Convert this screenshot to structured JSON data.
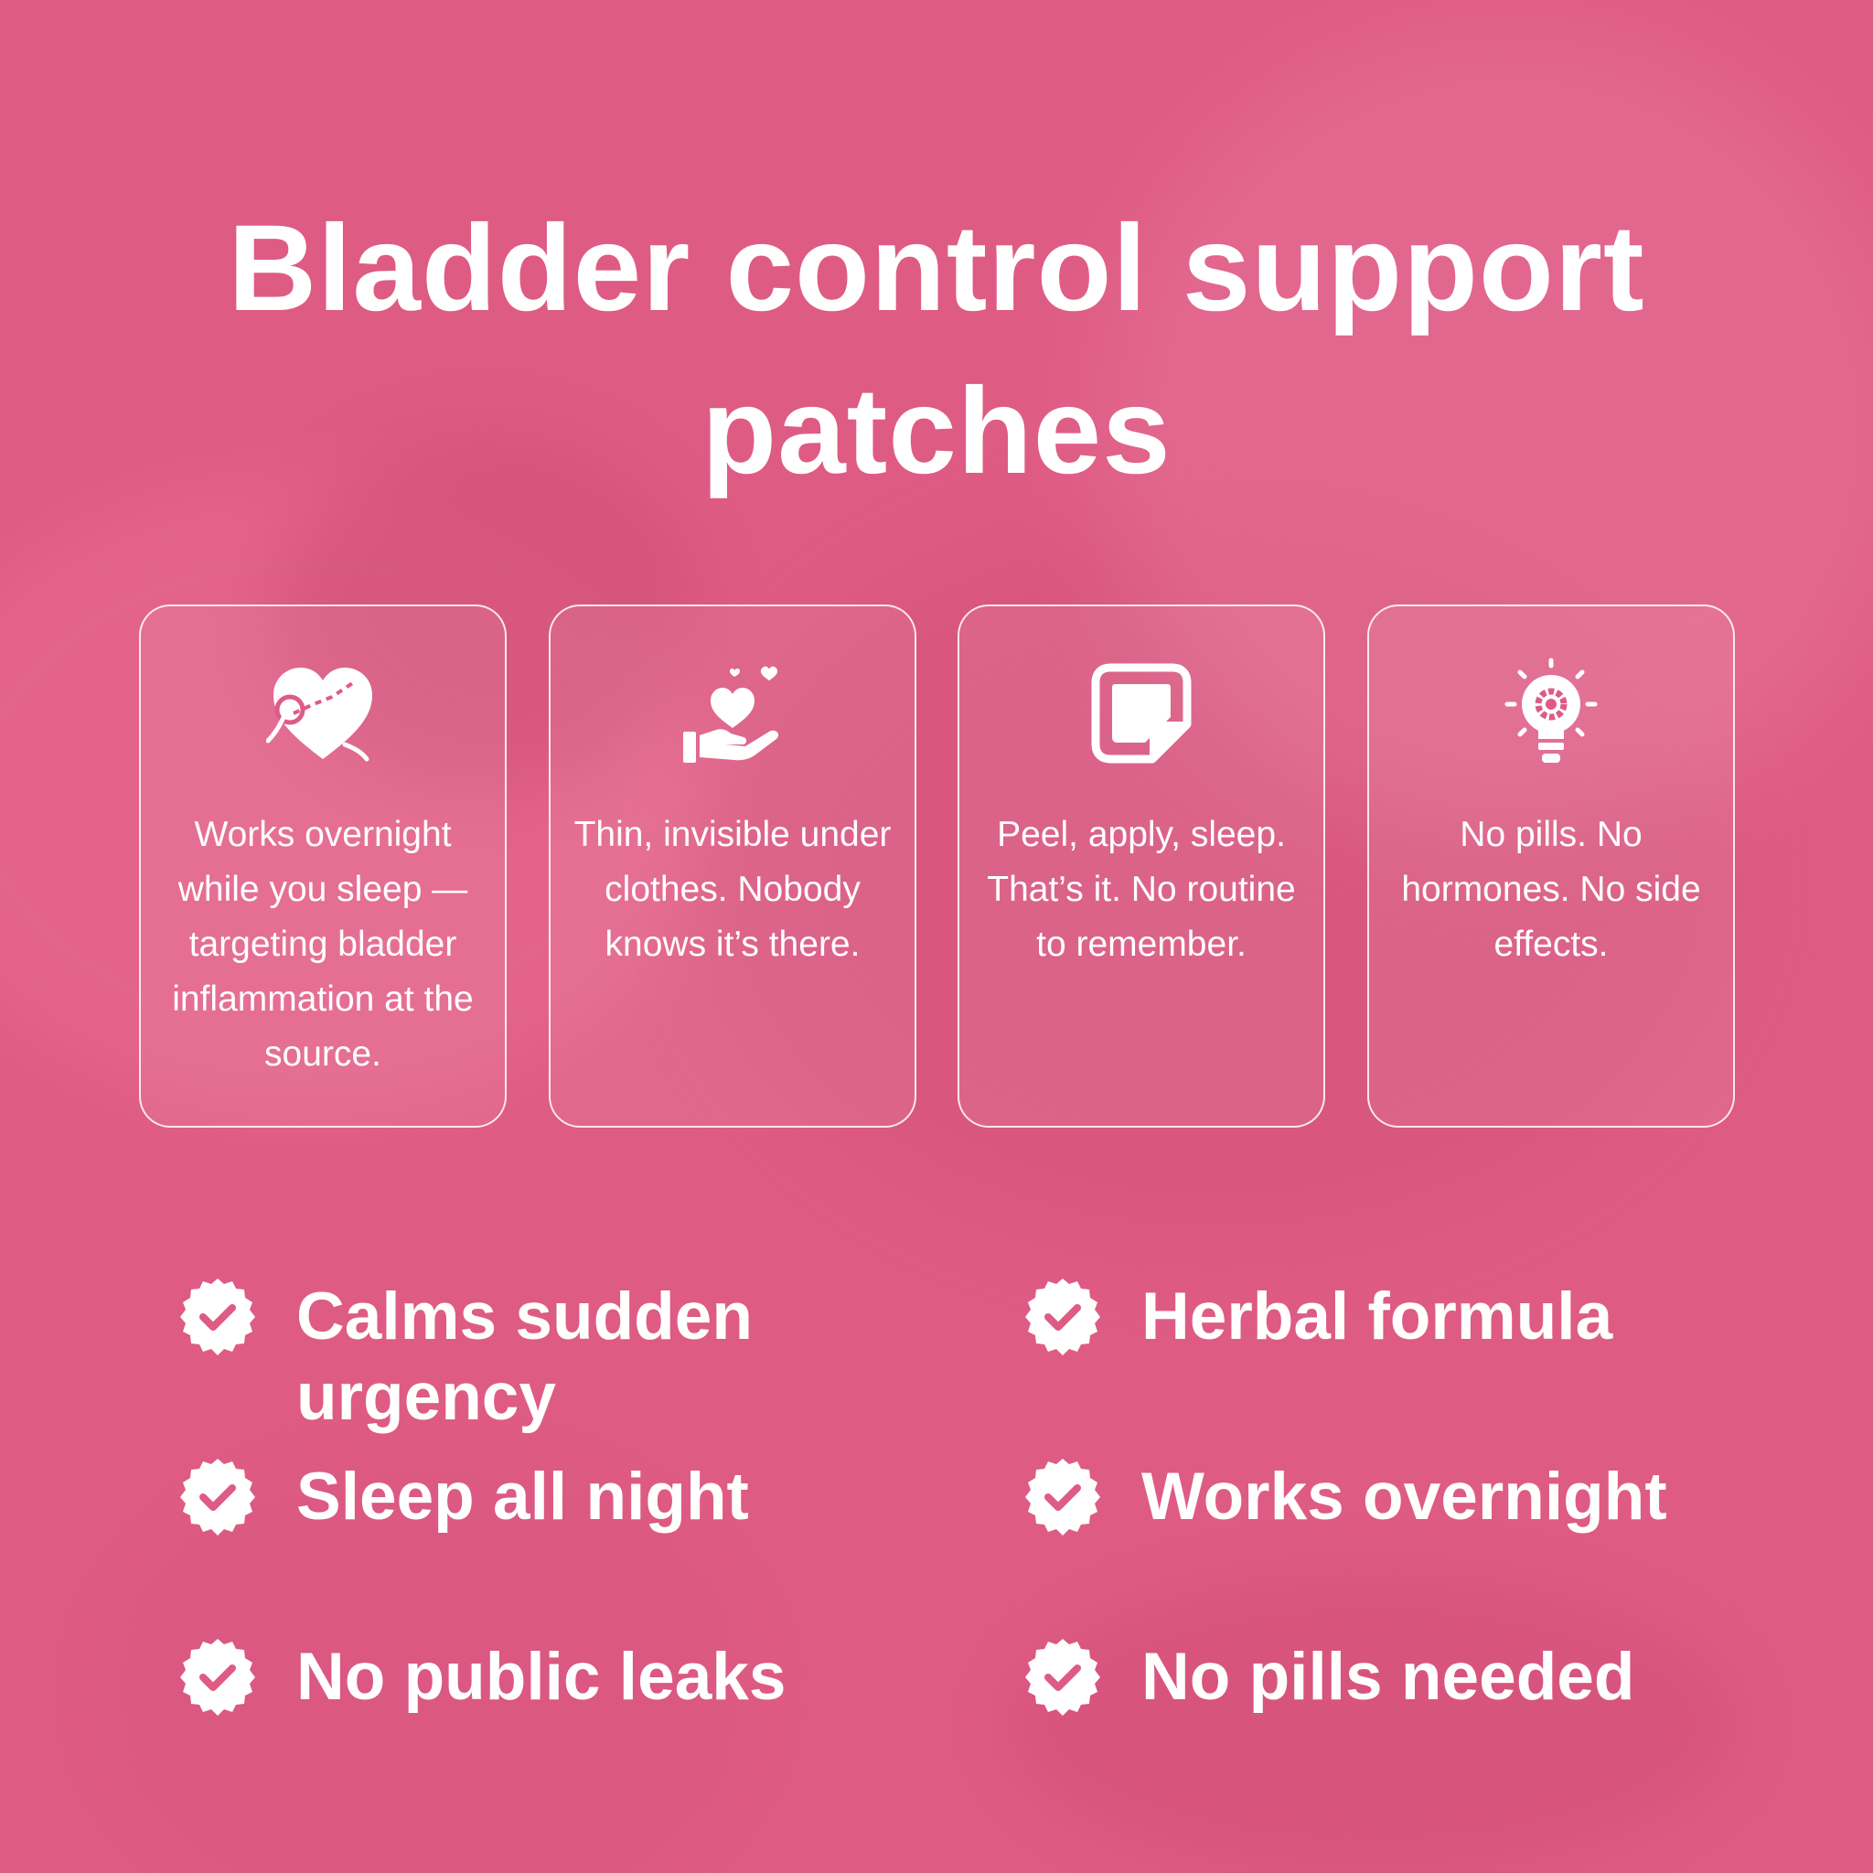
{
  "title": {
    "line1": "Bladder control support",
    "line2": "patches"
  },
  "features": [
    {
      "icon": "stitched-heart-icon",
      "text": "Works overnight while you sleep — targeting bladder inflammation at the source."
    },
    {
      "icon": "hand-heart-icon",
      "text": "Thin, invisible under clothes. Nobody knows it’s there."
    },
    {
      "icon": "patch-sticker-icon",
      "text": "Peel, apply, sleep. That’s it. No routine to remember."
    },
    {
      "icon": "lightbulb-gear-icon",
      "text": "No pills. No hormones. No side effects."
    }
  ],
  "benefits": [
    {
      "icon": "check-badge-icon",
      "text": "Calms sudden urgency"
    },
    {
      "icon": "check-badge-icon",
      "text": "Herbal formula"
    },
    {
      "icon": "check-badge-icon",
      "text": "Sleep all night"
    },
    {
      "icon": "check-badge-icon",
      "text": "Works overnight"
    },
    {
      "icon": "check-badge-icon",
      "text": "No public leaks"
    },
    {
      "icon": "check-badge-icon",
      "text": "No pills needed"
    }
  ],
  "colors": {
    "background": "#de5b84",
    "text": "#ffffff",
    "check": "#de5b84"
  }
}
